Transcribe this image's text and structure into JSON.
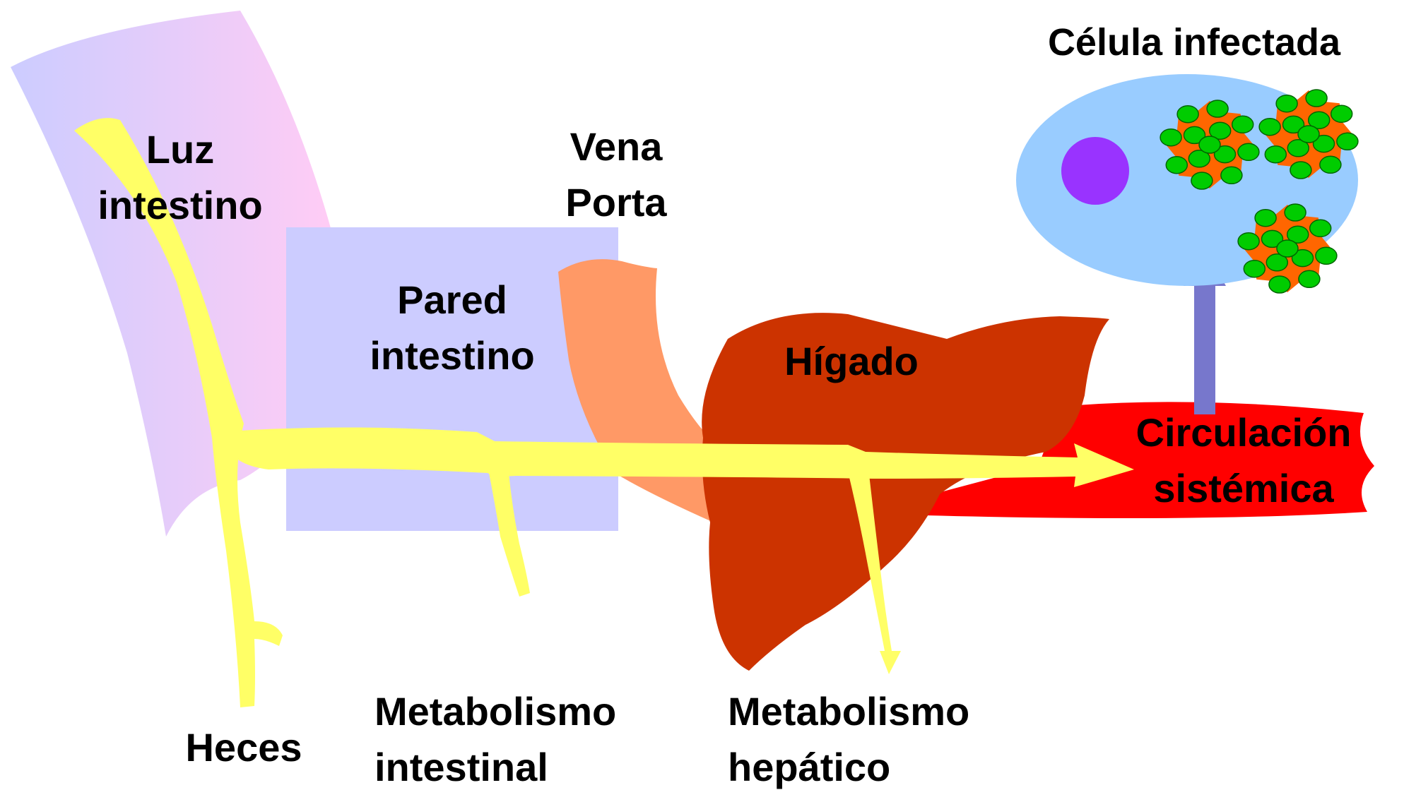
{
  "labels": {
    "lumen_line1": "Luz",
    "lumen_line2": "intestino",
    "wall_line1": "Pared",
    "wall_line2": "intestino",
    "portal_line1": "Vena",
    "portal_line2": "Porta",
    "liver": "Hígado",
    "circulation_line1": "Circulación",
    "circulation_line2": "sistémica",
    "infected_cell": "Célula infectada",
    "feces": "Heces",
    "intestinal_metab_line1": "Metabolismo",
    "intestinal_metab_line2": "intestinal",
    "hepatic_metab_line1": "Metabolismo",
    "hepatic_metab_line2": "hepático"
  },
  "colors": {
    "lumen_pink": "#ffccf5",
    "lumen_lavender": "#ccccff",
    "wall": "#ccccff",
    "portal_vein": "#ff9966",
    "liver": "#cc3300",
    "circulation": "#ff0000",
    "drug_path": "#ffff66",
    "cell_body": "#99ccff",
    "nucleus": "#9933ff",
    "virus_core": "#ff6600",
    "virus_spike": "#00cc00",
    "uptake_arrow": "#7777cc"
  },
  "virions": 3
}
